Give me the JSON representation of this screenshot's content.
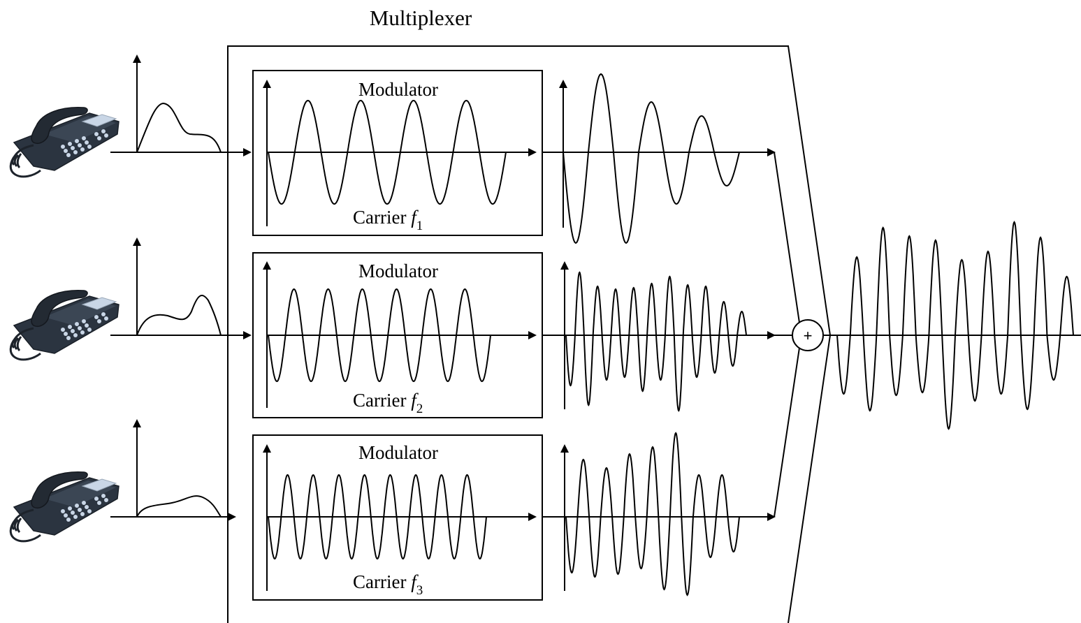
{
  "title": "Multiplexer",
  "summing_symbol": "+",
  "channels": [
    {
      "modulator_label": "Modulator",
      "carrier_prefix": "Carrier",
      "carrier_symbol": "f",
      "carrier_index": "1"
    },
    {
      "modulator_label": "Modulator",
      "carrier_prefix": "Carrier",
      "carrier_symbol": "f",
      "carrier_index": "2"
    },
    {
      "modulator_label": "Modulator",
      "carrier_prefix": "Carrier",
      "carrier_symbol": "f",
      "carrier_index": "3"
    }
  ],
  "icons": [
    "desk-telephone-icon",
    "desk-telephone-icon",
    "desk-telephone-icon"
  ],
  "colors": {
    "line": "#000000",
    "phone_body": "#2b3440",
    "phone_screen": "#c9d6e6",
    "background": "#ffffff"
  }
}
